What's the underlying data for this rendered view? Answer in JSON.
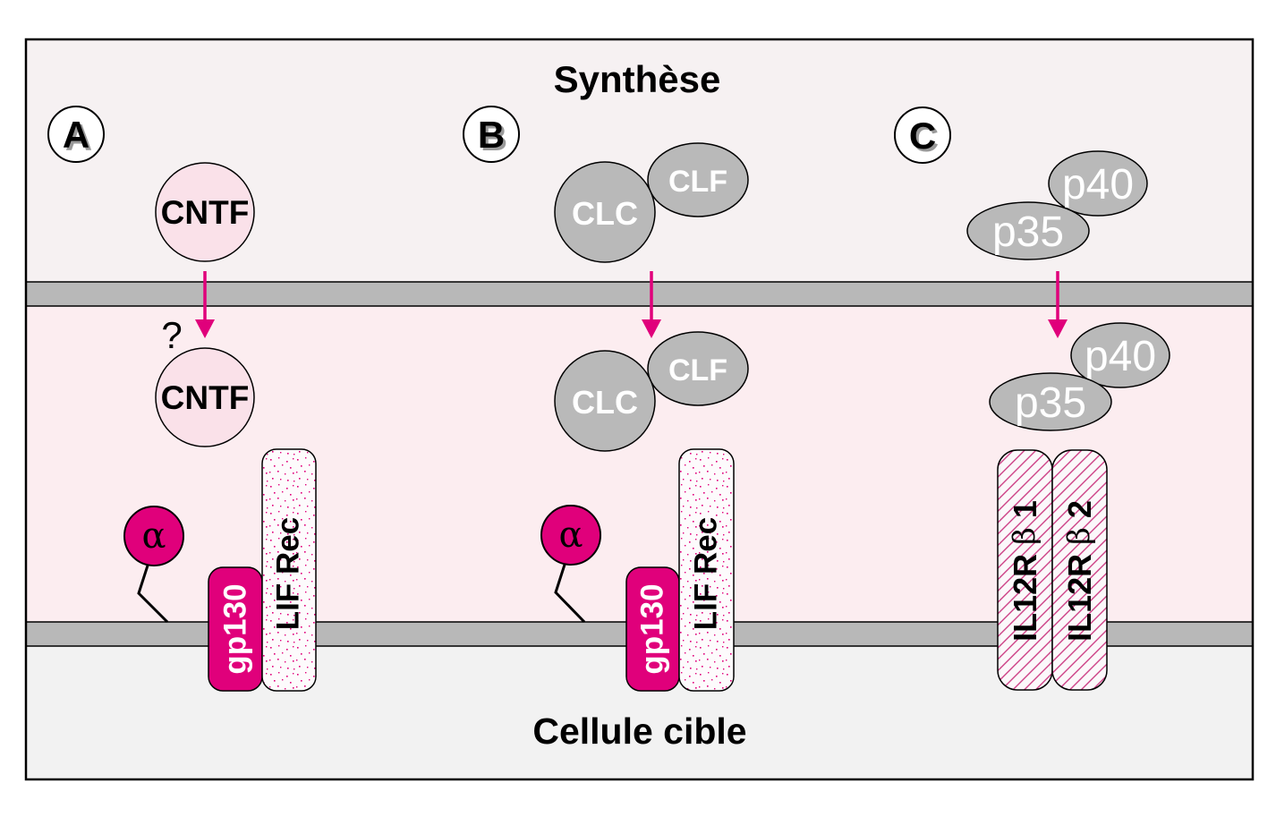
{
  "titles": {
    "top": "Synthèse",
    "bottom": "Cellule cible"
  },
  "colors": {
    "magenta": "#e0007b",
    "ligand_pink": "#fae1e9",
    "grey_protein": "#b9b9b9",
    "membrane": "#b8b8b8",
    "top_bg": "#f6f1f2",
    "middle_bg": "#fcedf0",
    "bottom_bg": "#f2f2f2",
    "outline": "#000000",
    "label_shadow": "#9a9a9a"
  },
  "panels": [
    {
      "label": "A",
      "secreted": [
        "CNTF"
      ],
      "bound": [
        "CNTF"
      ],
      "uncertain_mark": "?",
      "alpha_subunit": "α",
      "receptors": [
        "gp130",
        "LIF Rec"
      ]
    },
    {
      "label": "B",
      "secreted": [
        "CLC",
        "CLF"
      ],
      "bound": [
        "CLC",
        "CLF"
      ],
      "alpha_subunit": "α",
      "receptors": [
        "gp130",
        "LIF Rec"
      ]
    },
    {
      "label": "C",
      "secreted": [
        "p35",
        "p40"
      ],
      "bound": [
        "p35",
        "p40"
      ],
      "receptors": [
        {
          "name": "IL12R",
          "greek": "β",
          "index": "1"
        },
        {
          "name": "IL12R",
          "greek": "β",
          "index": "2"
        }
      ]
    }
  ]
}
